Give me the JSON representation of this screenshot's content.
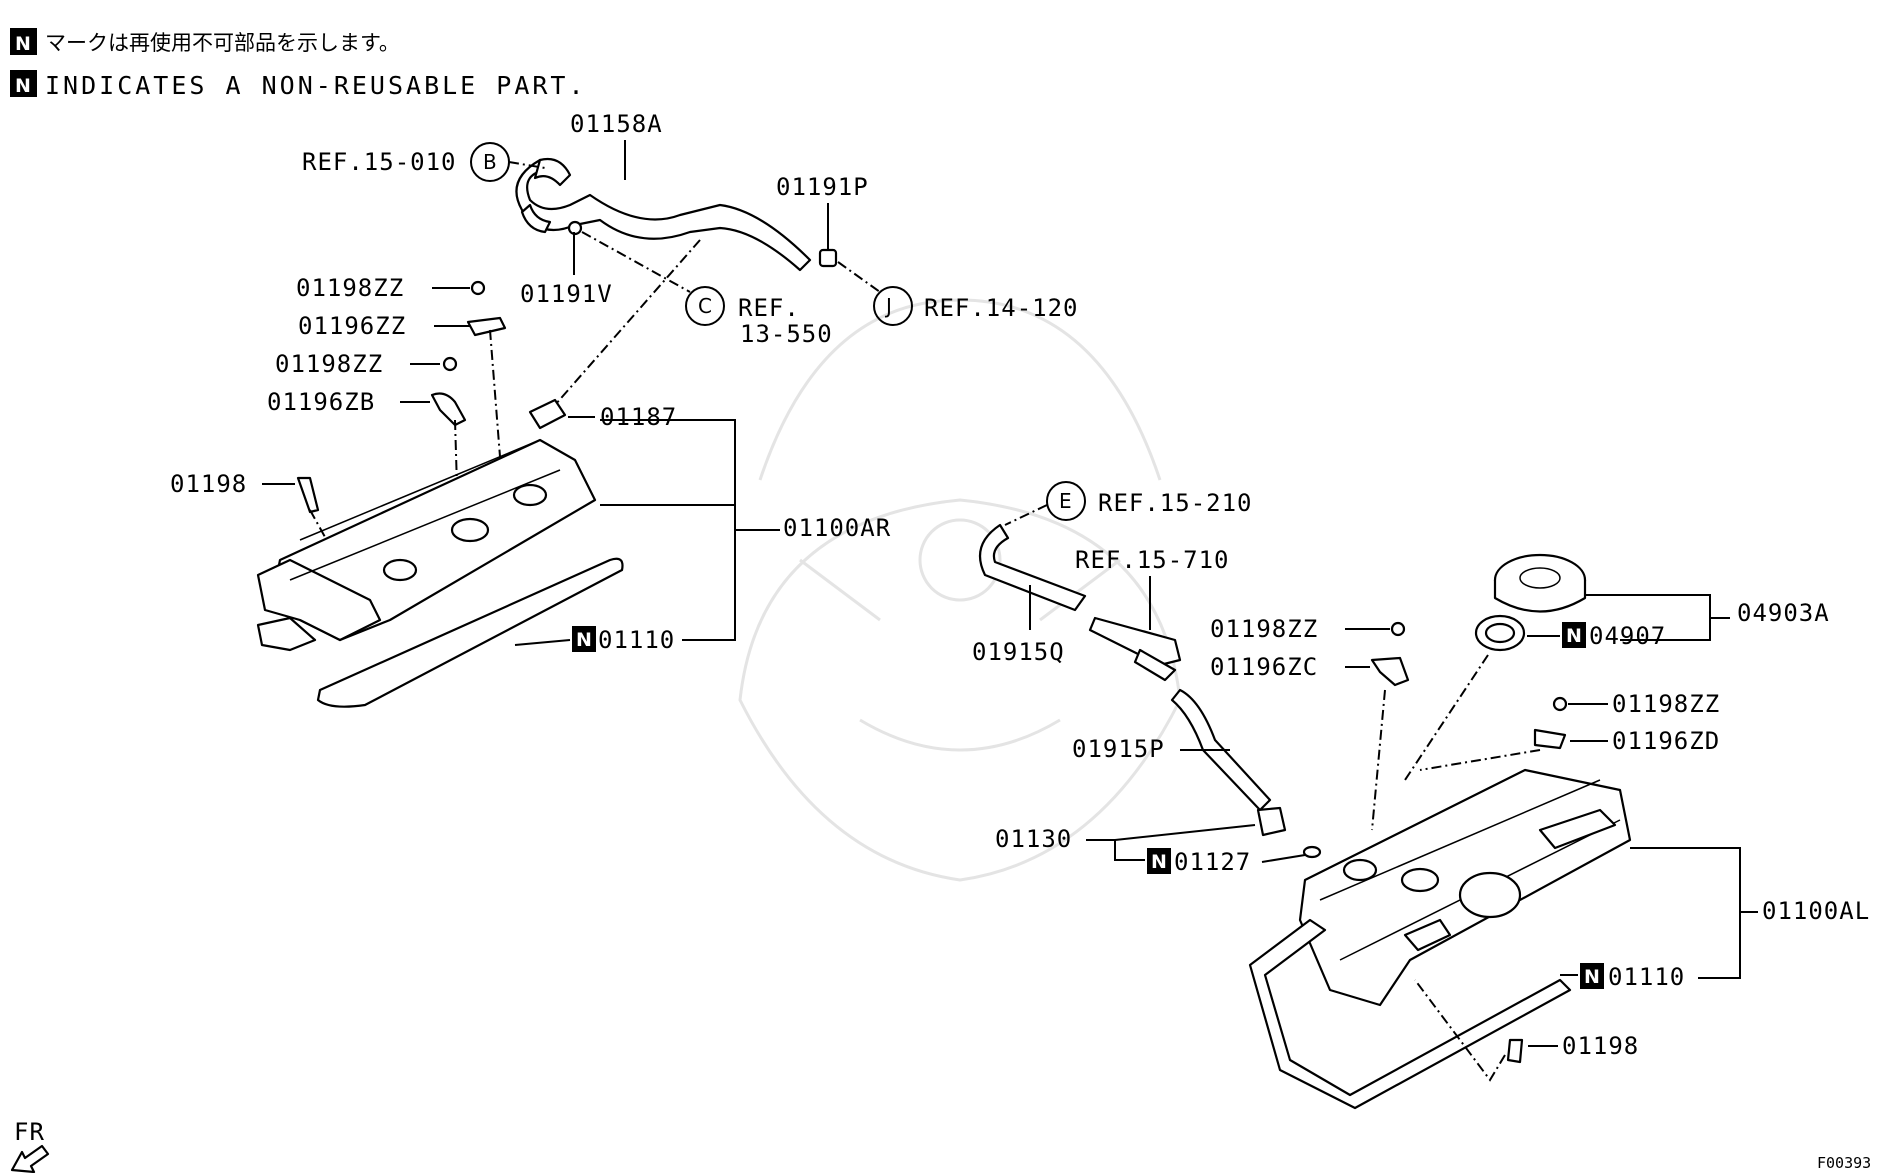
{
  "header": {
    "jp_note": "マークは再使用不可部品を示します。",
    "en_note": "INDICATES A NON-REUSABLE PART.",
    "n_mark": "N"
  },
  "parts": {
    "p01158A": "01158A",
    "ref15_010": "REF.15-010",
    "p01191P": "01191P",
    "p01191V": "01191V",
    "ref13_550_a": "REF.",
    "ref13_550_b": "13-550",
    "ref14_120": "REF.14-120",
    "p01198ZZ_a": "01198ZZ",
    "p01196ZZ": "01196ZZ",
    "p01198ZZ_b": "01198ZZ",
    "p01196ZB": "01196ZB",
    "p01187": "01187",
    "p01198_a": "01198",
    "p01100AR": "01100AR",
    "p01110_a": "01110",
    "ref15_210": "REF.15-210",
    "ref15_710": "REF.15-710",
    "p01915Q": "01915Q",
    "p01198ZZ_c": "01198ZZ",
    "p01196ZC": "01196ZC",
    "p04903A": "04903A",
    "p04907": "04907",
    "p01198ZZ_d": "01198ZZ",
    "p01196ZD": "01196ZD",
    "p01915P": "01915P",
    "p01130": "01130",
    "p01127": "01127",
    "p01100AL": "01100AL",
    "p01110_b": "01110",
    "p01198_b": "01198"
  },
  "ref_letters": {
    "b": "B",
    "c": "C",
    "j": "J",
    "e": "E"
  },
  "footer": {
    "fr": "FR",
    "code": "F00393"
  }
}
